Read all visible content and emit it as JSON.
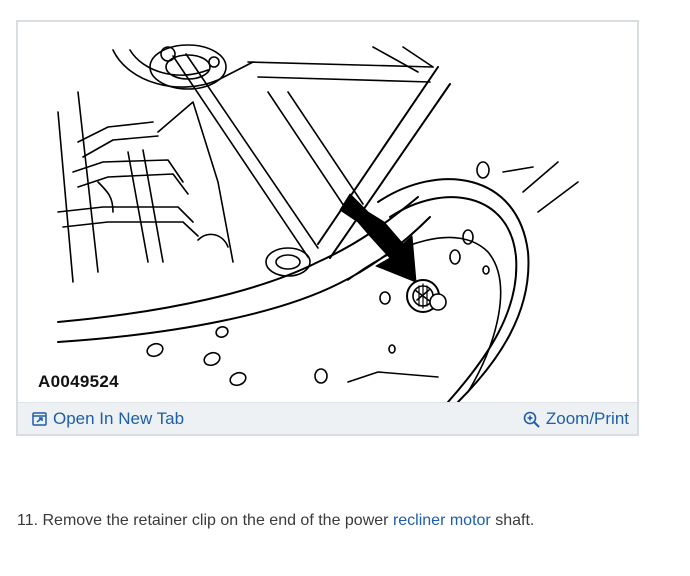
{
  "figure": {
    "id_label": "A0049524"
  },
  "toolbar": {
    "open_label": "Open In New Tab",
    "zoom_label": "Zoom/Print"
  },
  "step": {
    "prefix": "11. Remove the retainer clip on the end of the power ",
    "link_text": "recliner motor",
    "suffix": " shaft."
  },
  "colors": {
    "link": "#1e5ea8",
    "toolbar_bg": "#eef1f4",
    "border": "#d8dde2"
  },
  "icons": {
    "open": "open-new-tab-icon",
    "zoom": "magnifier-plus-icon"
  }
}
